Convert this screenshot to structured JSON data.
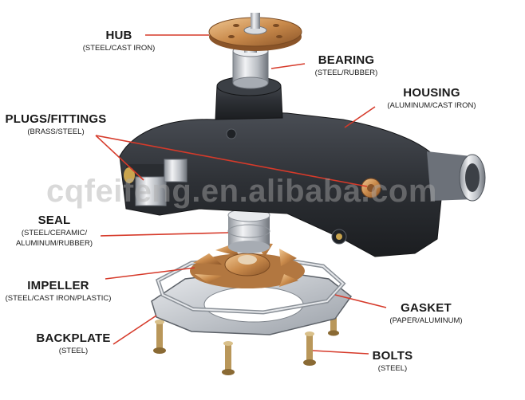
{
  "labels": {
    "hub": {
      "name": "HUB",
      "material": "(STEEL/CAST IRON)"
    },
    "bearing": {
      "name": "BEARING",
      "material": "(STEEL/RUBBER)"
    },
    "housing": {
      "name": "HOUSING",
      "material": "(ALUMINUM/CAST IRON)"
    },
    "plugs": {
      "name": "PLUGS/FITTINGS",
      "material": "(BRASS/STEEL)"
    },
    "seal": {
      "name": "SEAL",
      "material_line1": "(STEEL/CERAMIC/",
      "material_line2": "ALUMINUM/RUBBER)"
    },
    "impeller": {
      "name": "IMPELLER",
      "material": "(STEEL/CAST IRON/PLASTIC)"
    },
    "gasket": {
      "name": "GASKET",
      "material": "(PAPER/ALUMINUM)"
    },
    "backplate": {
      "name": "BACKPLATE",
      "material": "(STEEL)"
    },
    "bolts": {
      "name": "BOLTS",
      "material": "(STEEL)"
    }
  },
  "watermark": "cqfeifeng.en.alibaba.com",
  "colors": {
    "leader": "#d63a2a",
    "housing": "#2d3035",
    "bronze": "#c98a4b",
    "steel": "#c9ccd1"
  }
}
